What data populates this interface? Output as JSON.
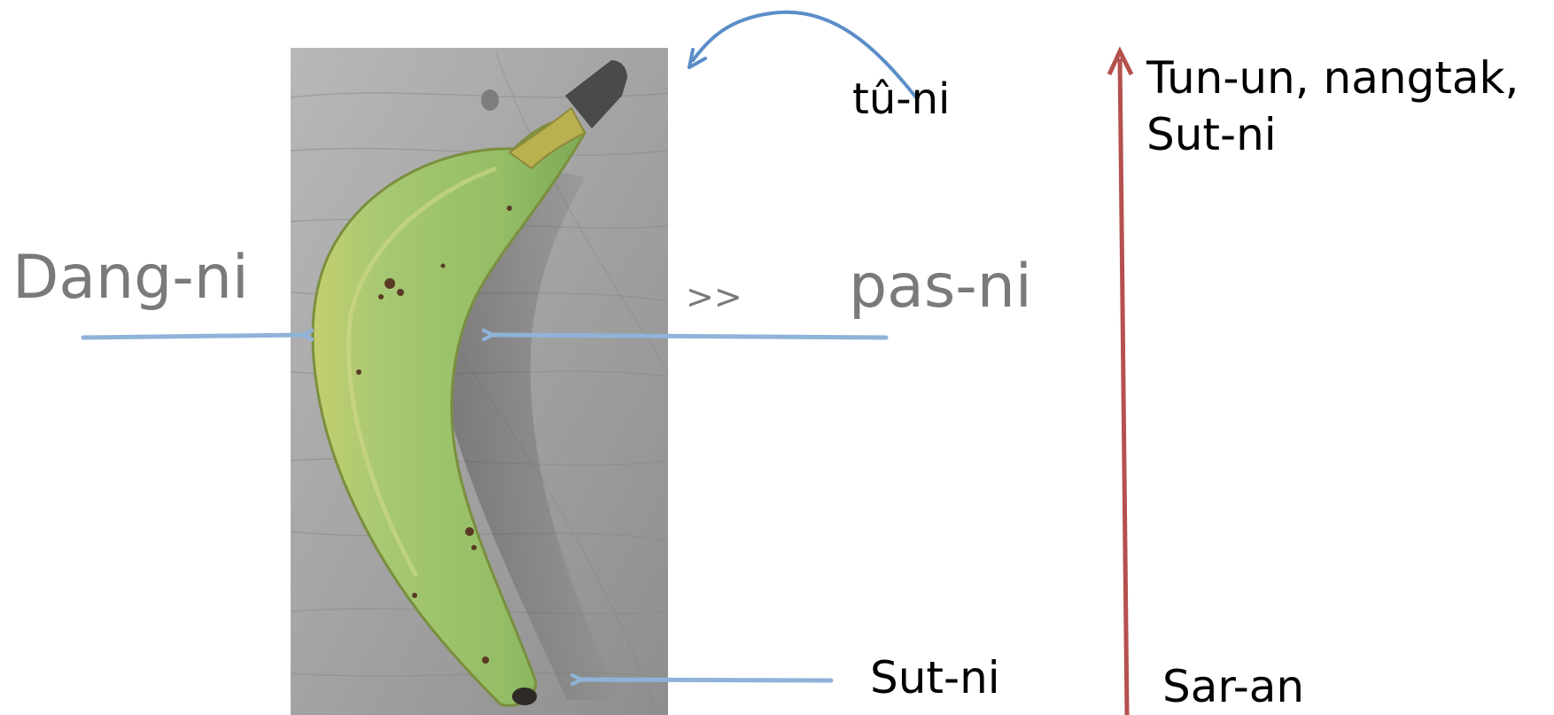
{
  "labels": {
    "dang": "Dang-ni",
    "pas": "pas-ni",
    "greater": ">>",
    "tu": "tû-ni",
    "sut_bottom": "Sut-ni",
    "sar": "Sar-an",
    "top_right": "Tun-un, nangtak,\nSut-ni"
  },
  "colors": {
    "arrow_blue": "#8fb3d9",
    "arrow_blue_dark": "#5b8ec8",
    "arrow_red": "#b5514d",
    "label_gray": "#7a7a7a",
    "board": "#9a9a9a",
    "banana": "#9cc36a"
  },
  "image": {
    "subject": "banana-photo"
  }
}
